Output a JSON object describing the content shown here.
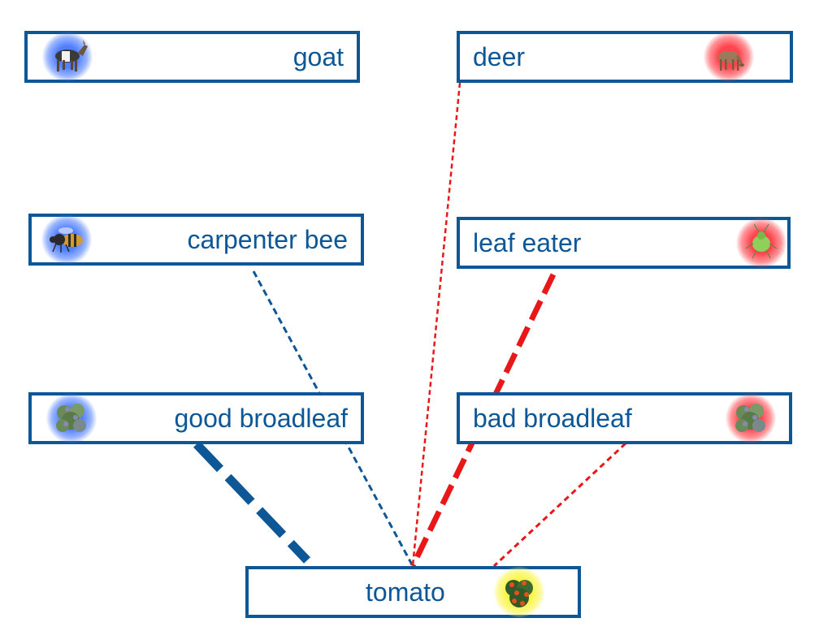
{
  "colors": {
    "border": "#0d5797",
    "text": "#0d5797",
    "positive_edge": "#0d5797",
    "negative_edge": "#e81818",
    "glow_positive": "#4678ff",
    "glow_negative": "#ff3c46",
    "glow_focal": "#faf546"
  },
  "nodes": {
    "goat": {
      "label": "goat",
      "icon": "goat-icon",
      "glow": "blue"
    },
    "deer": {
      "label": "deer",
      "icon": "deer-icon",
      "glow": "red"
    },
    "carpenter_bee": {
      "label": "carpenter bee",
      "icon": "bee-icon",
      "glow": "blue"
    },
    "leaf_eater": {
      "label": "leaf eater",
      "icon": "leaf-eater-icon",
      "glow": "red"
    },
    "good_broadleaf": {
      "label": "good broadleaf",
      "icon": "broadleaf-icon",
      "glow": "blue"
    },
    "bad_broadleaf": {
      "label": "bad broadleaf",
      "icon": "broadleaf-icon",
      "glow": "red"
    },
    "tomato": {
      "label": "tomato",
      "icon": "tomato-plant-icon",
      "glow": "yellow"
    }
  },
  "edges": [
    {
      "from": "good_broadleaf",
      "to": "tomato",
      "effect": "positive",
      "strength": "strong"
    },
    {
      "from": "carpenter_bee",
      "to": "tomato",
      "effect": "positive",
      "strength": "weak"
    },
    {
      "from": "deer",
      "to": "tomato",
      "effect": "negative",
      "strength": "weak"
    },
    {
      "from": "leaf_eater",
      "to": "tomato",
      "effect": "negative",
      "strength": "strong"
    },
    {
      "from": "bad_broadleaf",
      "to": "tomato",
      "effect": "negative",
      "strength": "weak"
    }
  ]
}
